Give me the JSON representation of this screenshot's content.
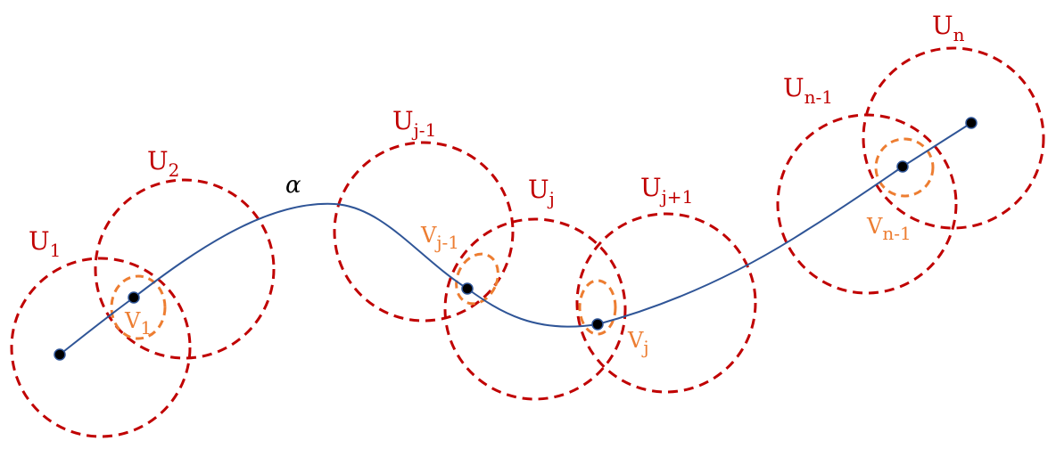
{
  "curve_label": "α",
  "open_sets": [
    {
      "base": "U",
      "sub": "1"
    },
    {
      "base": "U",
      "sub": "2"
    },
    {
      "base": "U",
      "sub": "j-1"
    },
    {
      "base": "U",
      "sub": "j"
    },
    {
      "base": "U",
      "sub": "j+1"
    },
    {
      "base": "U",
      "sub": "n-1"
    },
    {
      "base": "U",
      "sub": "n"
    }
  ],
  "neighborhoods": [
    {
      "base": "V",
      "sub": "1"
    },
    {
      "base": "V",
      "sub": "j-1"
    },
    {
      "base": "V",
      "sub": "j"
    },
    {
      "base": "V",
      "sub": "n-1"
    }
  ],
  "colors": {
    "open_set": "#c00000",
    "neighborhood": "#ed7d31",
    "curve": "#2f5597"
  }
}
